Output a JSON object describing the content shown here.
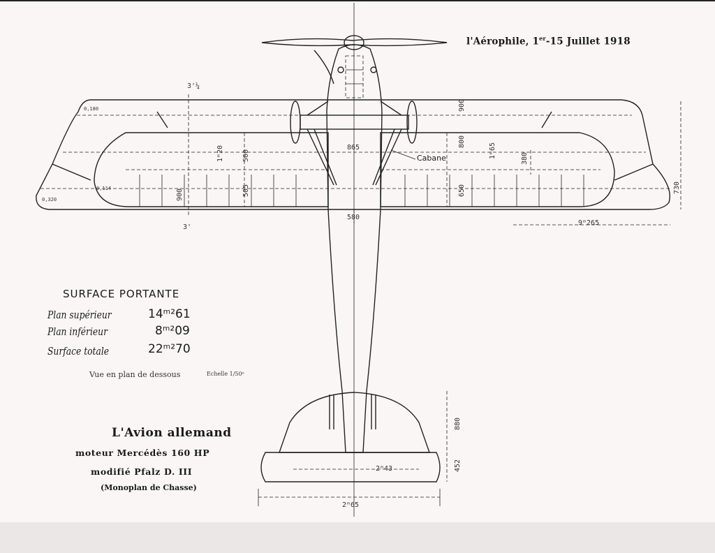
{
  "header": {
    "journal": "l'Aérophile, 1",
    "sup": "er",
    "date": "-15 Juillet 1918"
  },
  "dimensions": {
    "d_3_quarter": "3'¼",
    "d_3": "3'",
    "d_900_top": "900",
    "d_800": "800",
    "d_1_65": "1ᵐ65",
    "d_650": "650",
    "d_1_20": "1ᵐ20",
    "d_500": "500",
    "d_505": "505",
    "d_900_left": "900",
    "d_865": "865",
    "d_580": "580",
    "d_380": "380",
    "d_730": "730",
    "d_9_265": "9ᵐ265",
    "d_880": "880",
    "d_452": "452",
    "d_2_43": "2ᵐ43",
    "d_2_65": "2ᵐ65",
    "d_180": "0,180",
    "d_114": "0,114",
    "d_320": "0,320"
  },
  "labels": {
    "cabane": "Cabane"
  },
  "surface": {
    "title": "SURFACE PORTANTE",
    "rows": [
      {
        "label": "Plan supérieur",
        "value": "14ᵐ²61"
      },
      {
        "label": "Plan inférieur",
        "value": "8ᵐ²09"
      },
      {
        "label": "Surface totale",
        "value": "22ᵐ²70"
      }
    ]
  },
  "view_caption": "Vue en plan de dessous",
  "scale_caption": "Echelle 1/50ᵉ",
  "title": {
    "main": "L'Avion allemand",
    "engine": "moteur Mercédès 160 HP",
    "model": "modifié Pfalz D. III",
    "note": "(Monoplan de Chasse)"
  }
}
